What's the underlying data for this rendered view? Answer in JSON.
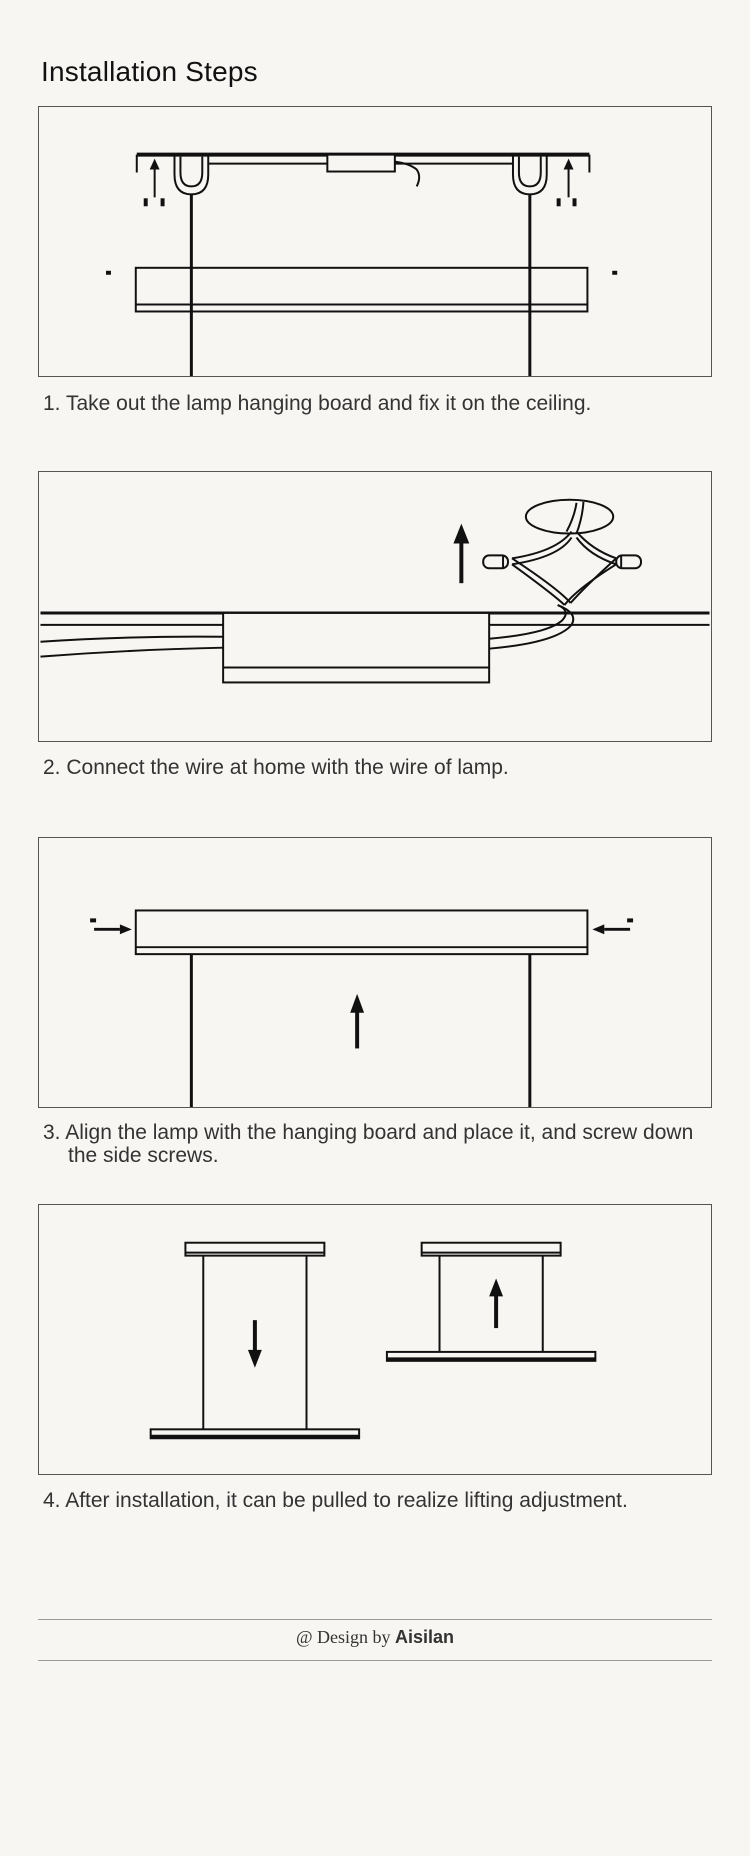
{
  "page": {
    "title": "Installation Steps"
  },
  "steps": [
    {
      "number": "1.",
      "text": "Take out the lamp hanging board and fix it on the ceiling.",
      "continuation": ""
    },
    {
      "number": "2.",
      "text": "Connect the wire at home with the wire of lamp.",
      "continuation": ""
    },
    {
      "number": "3.",
      "text": "Align the lamp with the hanging board and place it, and screw down",
      "continuation": "the side screws."
    },
    {
      "number": "4.",
      "text": "After installation, it can be pulled to realize lifting adjustment.",
      "continuation": ""
    }
  ],
  "footer": {
    "prefix": "@ Design by",
    "brand": "Aisilan"
  }
}
